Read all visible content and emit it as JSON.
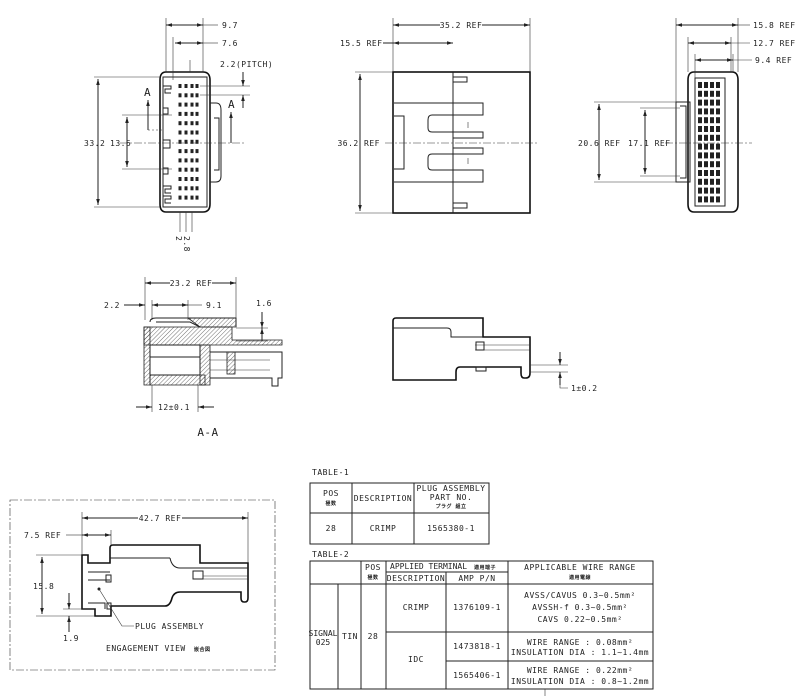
{
  "front_view": {
    "dims": {
      "width_outer": "9.7",
      "width_inner": "7.6",
      "pitch": "2.2(PITCH)",
      "height": "33.2",
      "latch_height": "13.5",
      "section_mark": "A",
      "pin_labels": [
        "2",
        "2.8"
      ]
    },
    "pin_rows": 13,
    "pin_cols": 4
  },
  "side_view": {
    "dims": {
      "length": "35.2 REF",
      "latch_pos": "15.5 REF",
      "height": "36.2 REF"
    }
  },
  "rear_view": {
    "dims": {
      "w1": "15.8 REF",
      "w2": "12.7 REF",
      "w3": "9.4 REF",
      "h1": "20.6 REF",
      "h2": "17.1 REF"
    }
  },
  "section_view": {
    "dims": {
      "length": "23.2 REF",
      "offset": "2.2",
      "depth": "9.1",
      "gap": "1.6",
      "mating": "12±0.1"
    },
    "title": "A-A"
  },
  "bottom_view": {
    "dims": {
      "step": "1±0.2"
    }
  },
  "engagement_view": {
    "dims": {
      "length": "42.7 REF",
      "offset": "7.5 REF",
      "height": "15.8",
      "step": "1.9"
    },
    "callout": "PLUG ASSEMBLY",
    "title": "ENGAGEMENT VIEW",
    "title_jp": "嵌合図"
  },
  "table1": {
    "title": "TABLE-1",
    "headers": {
      "pos": "POS",
      "pos_jp": "極数",
      "description": "DESCRIPTION",
      "part_no_1": "PLUG ASSEMBLY",
      "part_no_2": "PART NO.",
      "part_no_jp": "プラグ 組立"
    },
    "row": {
      "pos": "28",
      "description": "CRIMP",
      "part_no": "1565380-1"
    }
  },
  "table2": {
    "title": "TABLE-2",
    "headers": {
      "pos": "POS",
      "pos_jp": "極数",
      "applied_terminal": "APPLIED TERMINAL",
      "applied_terminal_jp": "適用端子",
      "description": "DESCRIPTION",
      "amp_pn": "AMP P/N",
      "wire_range": "APPLICABLE WIRE RANGE",
      "wire_range_jp": "適用電線"
    },
    "signal": [
      "SIGNAL",
      "025"
    ],
    "plating": "TIN",
    "pos": "28",
    "groups": [
      {
        "description": "CRIMP",
        "rows": [
          {
            "pn": "1376109-1",
            "lines": [
              "AVSS/CAVUS 0.3~0.5mm²",
              "AVSSH-f 0.3~0.5mm²",
              "CAVS 0.22~0.5mm²"
            ]
          }
        ]
      },
      {
        "description": "IDC",
        "rows": [
          {
            "pn": "1473818-1",
            "lines": [
              "WIRE RANGE : 0.08mm²",
              "INSULATION DIA : 1.1~1.4mm"
            ]
          },
          {
            "pn": "1565406-1",
            "lines": [
              "WIRE RANGE : 0.22mm²",
              "INSULATION DIA : 0.8~1.2mm"
            ]
          }
        ]
      }
    ]
  }
}
